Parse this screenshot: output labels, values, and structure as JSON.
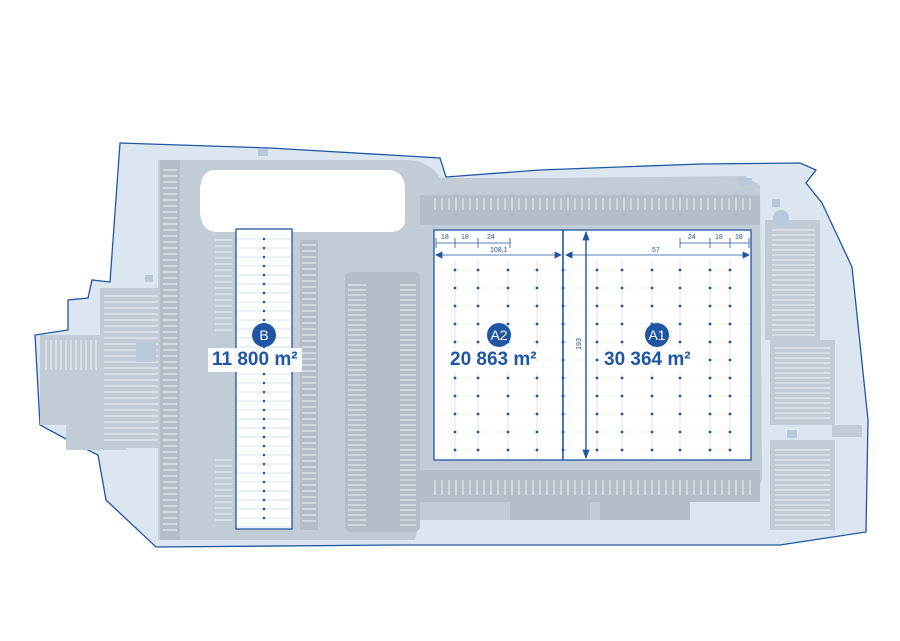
{
  "colors": {
    "site_outline": "#1f56a3",
    "site_fill": "#dce6f0",
    "paving": "#c2ccd6",
    "paving_dark": "#b3bec9",
    "parking_line": "#eef2f6",
    "building_fill": "#ffffff",
    "building_outline": "#1f56a3",
    "accent": "#1f56a3"
  },
  "buildings": {
    "B": {
      "label": "B",
      "area": "11 800 m²"
    },
    "A2": {
      "label": "A2",
      "area": "20 863 m²"
    },
    "A1": {
      "label": "A1",
      "area": "30 364 m²"
    }
  },
  "dimensions": {
    "a2_bay_1": "18",
    "a2_bay_2": "18",
    "a2_bay_3": "24",
    "a2_width": "108,1",
    "a1_width": "57",
    "a1_bay_1": "24",
    "a1_bay_2": "18",
    "a1_bay_3": "18",
    "depth": "193"
  }
}
